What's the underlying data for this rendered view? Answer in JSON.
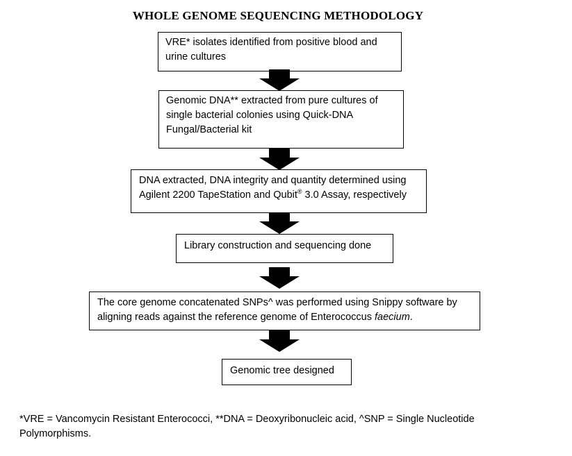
{
  "title": "WHOLE GENOME SEQUENCING METHODOLOGY",
  "steps": [
    {
      "lines": [
        "VRE* isolates identified from positive blood and",
        "urine cultures"
      ]
    },
    {
      "lines": [
        "Genomic DNA** extracted from pure cultures of",
        "single bacterial colonies using Quick-DNA",
        "Fungal/Bacterial kit"
      ]
    },
    {
      "line1": "DNA extracted, DNA integrity and quantity determined using",
      "line2_pre": "Agilent 2200 TapeStation and Qubit",
      "line2_sup": "®",
      "line2_post": " 3.0 Assay, respectively"
    },
    {
      "lines": [
        "Library construction and sequencing done"
      ]
    },
    {
      "line1": "The core genome concatenated SNPs^ was performed using Snippy software by",
      "line2_pre": "aligning reads against the reference genome of Enterococcus ",
      "line2_em": "faecium",
      "line2_post": "."
    },
    {
      "lines": [
        "Genomic tree designed"
      ]
    }
  ],
  "footnote": {
    "line1": "*VRE = Vancomycin Resistant Enterococci, **DNA = Deoxyribonucleic acid, ^SNP = Single Nucleotide",
    "line2": "Polymorphisms."
  },
  "colors": {
    "arrow": "#000000",
    "border": "#000000",
    "background": "#ffffff"
  }
}
